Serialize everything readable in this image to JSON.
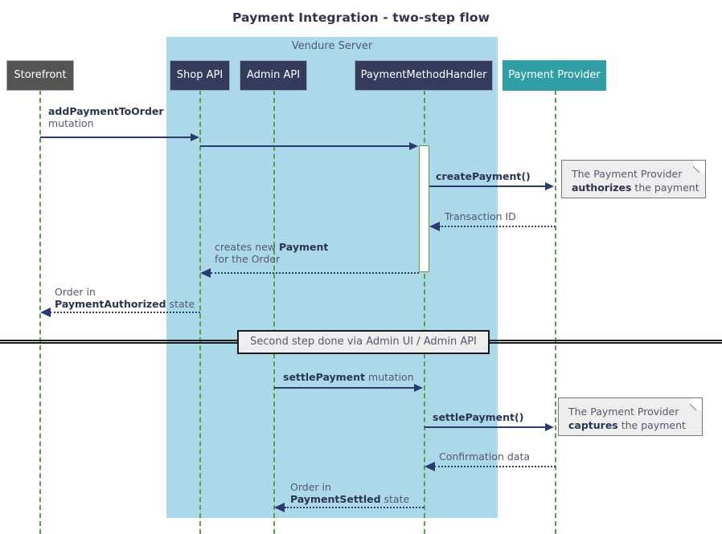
{
  "title": "Payment Integration - two-step flow",
  "group": {
    "label": "Vendure Server",
    "color": "#abd9e9"
  },
  "colors": {
    "participant_dark": "#343b5c",
    "participant_gray": "#555452",
    "participant_teal": "#2f9fa5",
    "lifeline": "#5a9e45",
    "arrow": "#2b3a70",
    "note_bg": "#eeeeee",
    "text": "#54596b"
  },
  "participants": [
    {
      "id": "storefront",
      "label": "Storefront",
      "style": "gray"
    },
    {
      "id": "shop-api",
      "label": "Shop API",
      "style": "dark"
    },
    {
      "id": "admin-api",
      "label": "Admin API",
      "style": "dark"
    },
    {
      "id": "handler",
      "label": "PaymentMethodHandler",
      "style": "dark"
    },
    {
      "id": "provider",
      "label": "Payment Provider",
      "style": "teal"
    }
  ],
  "messages": [
    {
      "id": "add-payment-to-order",
      "from": "storefront",
      "to": "shop-api",
      "label_bold": "addPaymentToOrder",
      "label_plain": "mutation",
      "kind": "call"
    },
    {
      "id": "shop-api-to-handler",
      "from": "shop-api",
      "to": "handler",
      "label_bold": "",
      "label_plain": "",
      "kind": "call"
    },
    {
      "id": "create-payment",
      "from": "handler",
      "to": "provider",
      "label_bold": "createPayment()",
      "label_plain": "",
      "kind": "call"
    },
    {
      "id": "transaction-id",
      "from": "provider",
      "to": "handler",
      "label_bold": "",
      "label_plain": "Transaction ID",
      "kind": "return"
    },
    {
      "id": "creates-new-payment",
      "from": "handler",
      "to": "shop-api",
      "label_line1_plain": "creates new ",
      "label_line1_bold": "Payment",
      "label_line2_plain": "for the Order",
      "kind": "return"
    },
    {
      "id": "order-payment-authorized",
      "from": "shop-api",
      "to": "storefront",
      "label_line1_plain": "Order in",
      "label_line2_bold": "PaymentAuthorized",
      "label_line2_plain": " state",
      "kind": "return"
    },
    {
      "id": "settle-payment-mutation",
      "from": "admin-api",
      "to": "handler",
      "label_bold": "settlePayment",
      "label_plain": " mutation",
      "kind": "call"
    },
    {
      "id": "settle-payment-call",
      "from": "handler",
      "to": "provider",
      "label_bold": "settlePayment()",
      "label_plain": "",
      "kind": "call"
    },
    {
      "id": "confirmation-data",
      "from": "provider",
      "to": "handler",
      "label_bold": "",
      "label_plain": "Confirmation data",
      "kind": "return"
    },
    {
      "id": "order-payment-settled",
      "from": "handler",
      "to": "admin-api",
      "label_line1_plain": "Order in",
      "label_line2_bold": "PaymentSettled",
      "label_line2_plain": " state",
      "kind": "return"
    }
  ],
  "notes": [
    {
      "id": "note-authorize",
      "line1": "The Payment Provider",
      "line2_bold": "authorizes",
      "line2_plain": " the payment"
    },
    {
      "id": "note-capture",
      "line1": "The Payment Provider",
      "line2_bold": "captures",
      "line2_plain": " the payment"
    }
  ],
  "divider": {
    "id": "second-step-divider",
    "label": "Second step done via Admin UI / Admin API"
  }
}
